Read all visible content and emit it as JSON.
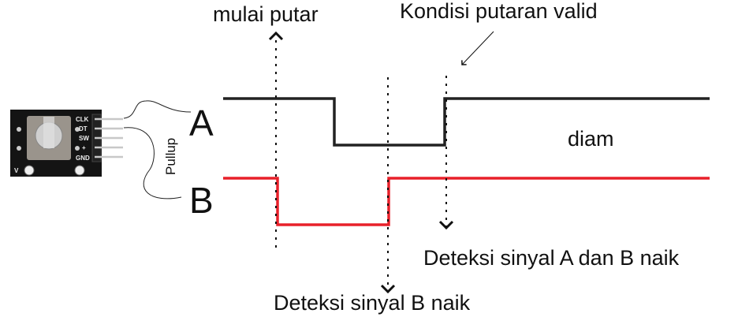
{
  "module": {
    "pins": [
      "CLK",
      "DT",
      "SW",
      "+",
      "GND"
    ],
    "corner_label": "V",
    "pullup_label": "Pullup"
  },
  "signals": {
    "a_label": "A",
    "b_label": "B",
    "a_color": "#222222",
    "b_color": "#e8202a"
  },
  "annotations": {
    "start": "mulai putar",
    "valid": "Kondisi putaran valid",
    "idle": "diam",
    "detect_ab": "Deteksi sinyal A dan B naik",
    "detect_b": "Deteksi sinyal B naik"
  }
}
